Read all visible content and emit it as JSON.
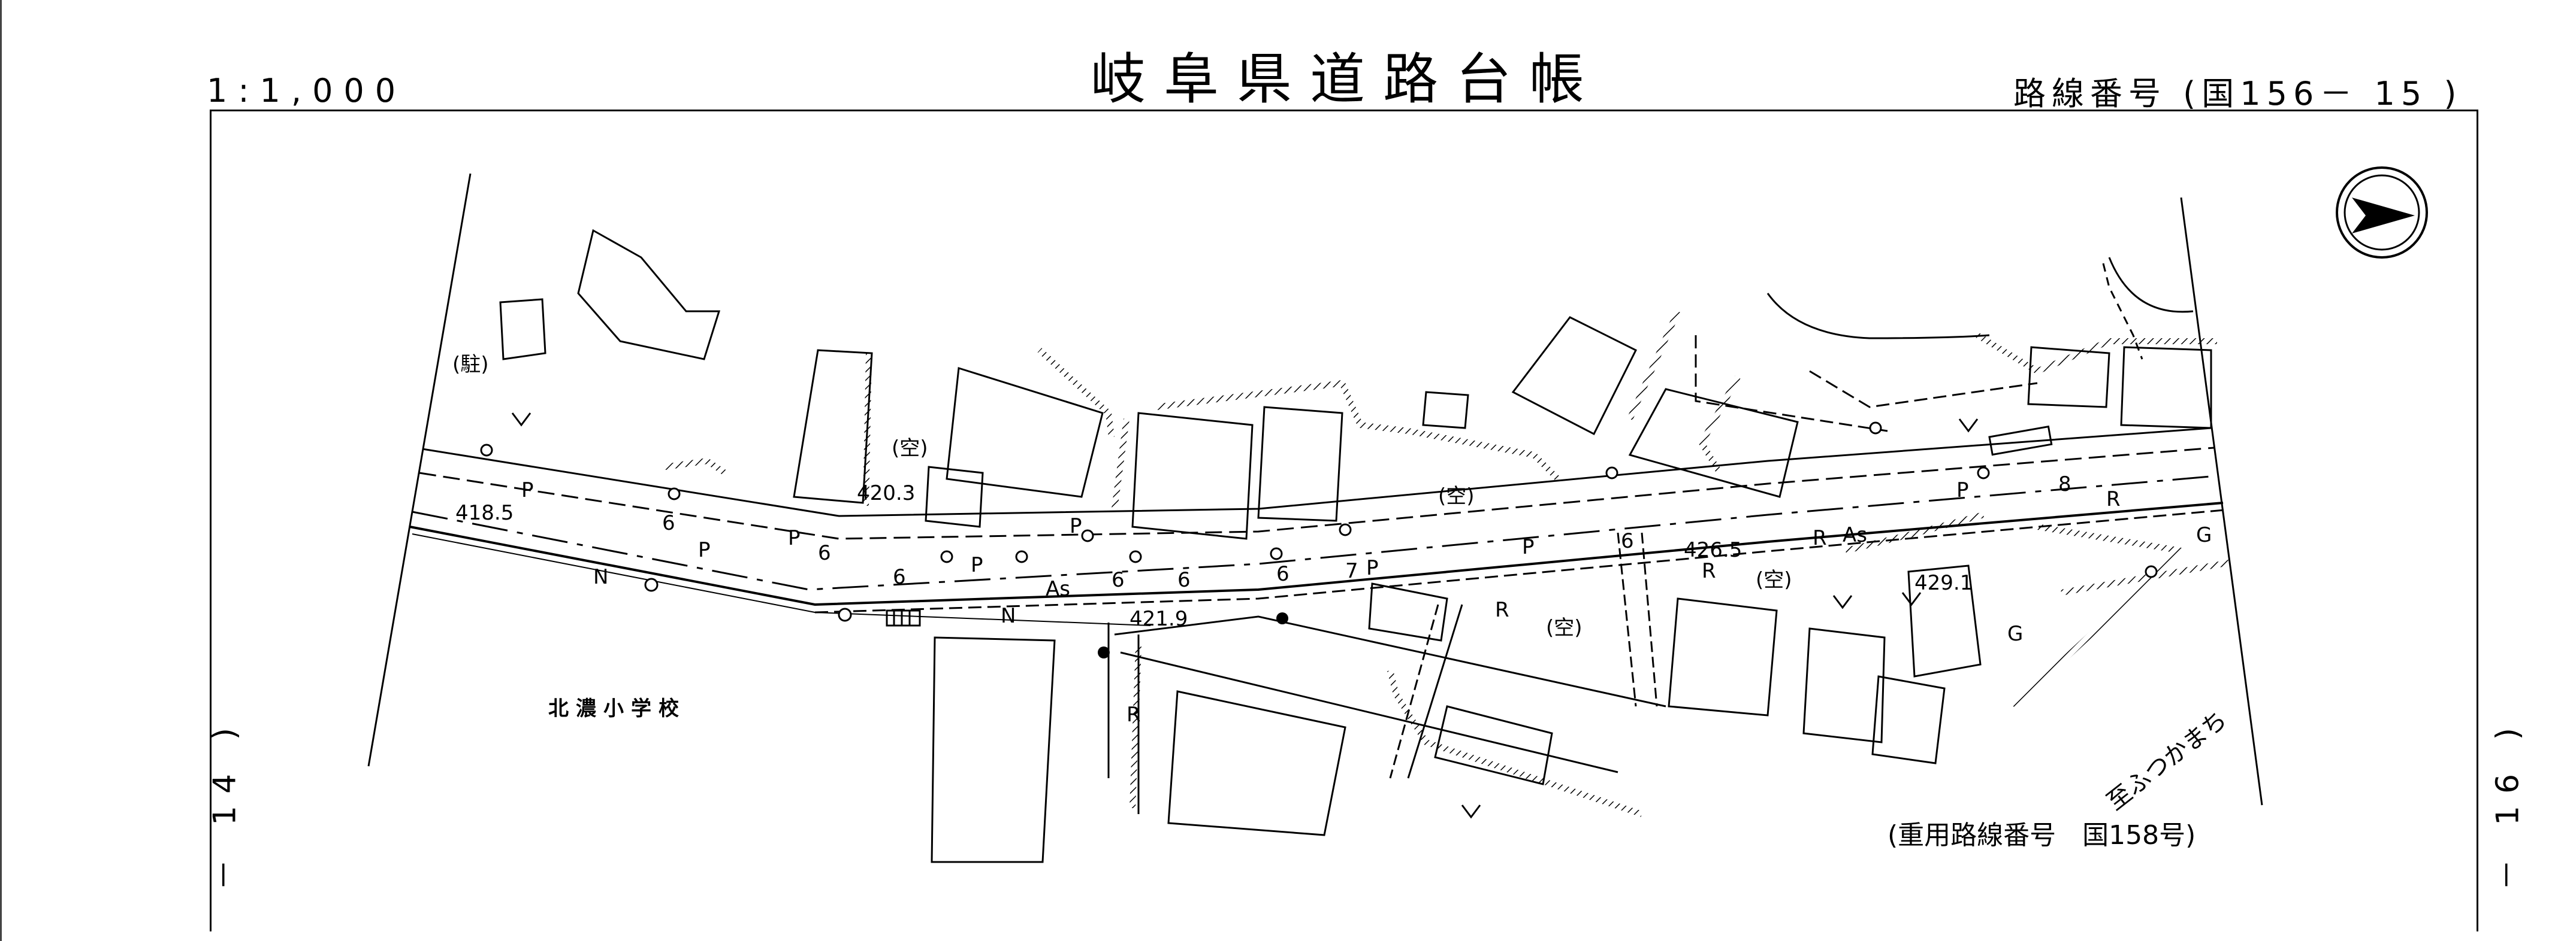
{
  "header": {
    "title": "岐阜県道路台帳",
    "scale": "1:1,000",
    "route_number": "路線番号 (国156－ 15 )"
  },
  "sheet": {
    "left_number": "－ 14 )",
    "right_number": "－ 16 )"
  },
  "map": {
    "school_name": "北濃小学校",
    "overlap_route": "(重用路線番号　国158号)",
    "direction_text": "至ふつかまち",
    "labels": {
      "parking": "(駐)",
      "vacant_1": "(空)",
      "vacant_2": "(空)",
      "vacant_3": "(空)",
      "vacant_4": "(空)",
      "elev_1": "418.5",
      "elev_2": "420.3",
      "elev_3": "421.9",
      "elev_4": "426.5",
      "elev_5": "429.1",
      "surface_as_1": "As",
      "surface_as_2": "As",
      "w6_1": "6",
      "w6_2": "6",
      "w6_3": "6",
      "w6_4": "6",
      "w6_5": "6",
      "w6_6": "6",
      "w6_7": "6",
      "w7": "7",
      "w8": "8",
      "p1": "P",
      "p2": "P",
      "p3": "P",
      "p4": "P",
      "p5": "P",
      "p6": "P",
      "p7": "P",
      "p8": "P",
      "n1": "N",
      "n2": "N",
      "r1": "R",
      "r2": "R",
      "r3": "R",
      "r4": "R",
      "r5": "R",
      "g1": "G",
      "g2": "G"
    }
  },
  "colors": {
    "ink": "#000000",
    "paper": "#ffffff"
  },
  "icons": [
    "north-arrow-icon",
    "utility-pole-icon",
    "manhole-icon",
    "tree-icon"
  ]
}
